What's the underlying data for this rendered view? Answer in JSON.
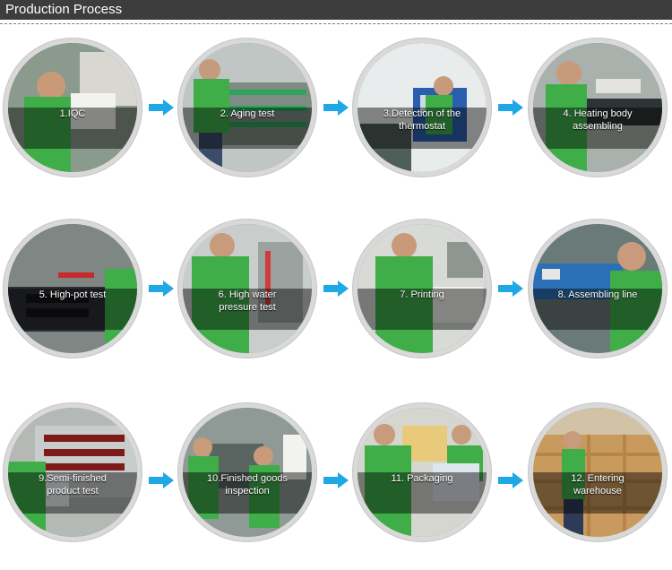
{
  "header": {
    "title": "Production Process"
  },
  "accent_color": "#1fa8e6",
  "steps": [
    {
      "label": "1.IQC",
      "icon": "photo-iqc"
    },
    {
      "label": "2. Aging test",
      "icon": "photo-aging-test"
    },
    {
      "label": "3.Detection of the\nthermostat",
      "icon": "photo-thermostat-detection"
    },
    {
      "label": "4. Heating body\nassembling",
      "icon": "photo-heating-body"
    },
    {
      "label": "5. High-pot test",
      "icon": "photo-high-pot"
    },
    {
      "label": "6. High water\npressure test",
      "icon": "photo-water-pressure"
    },
    {
      "label": "7. Printing",
      "icon": "photo-printing"
    },
    {
      "label": "8. Assembling line",
      "icon": "photo-assembling-line"
    },
    {
      "label": "9.Semi-finished\nproduct test",
      "icon": "photo-semi-finished"
    },
    {
      "label": "10.Finished goods\ninspection",
      "icon": "photo-finished-goods"
    },
    {
      "label": "11. Packaging",
      "icon": "photo-packaging"
    },
    {
      "label": "12. Entering\nwarehouse",
      "icon": "photo-warehouse"
    }
  ]
}
